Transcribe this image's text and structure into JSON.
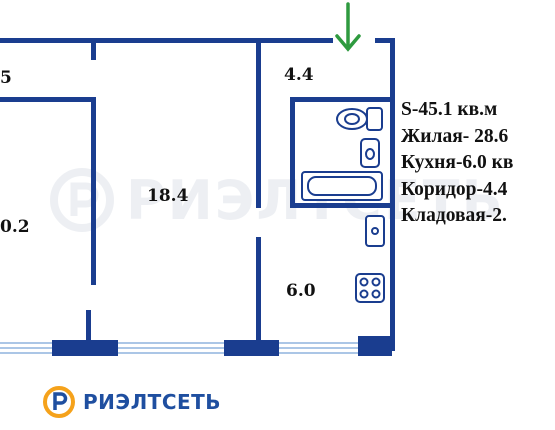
{
  "rooms": [
    {
      "name": "room-top-left",
      "label": "5"
    },
    {
      "name": "room-left",
      "label": "0.2"
    },
    {
      "name": "room-living",
      "label": "18.4"
    },
    {
      "name": "room-corridor",
      "label": "4.4"
    },
    {
      "name": "room-kitchen",
      "label": "6.0"
    }
  ],
  "info": {
    "total": "S-45.1 кв.м",
    "living": "Жилая- 28.6",
    "kitchen": "Кухня-6.0 кв",
    "corridor": "Коридор-4.4",
    "storage": "Кладовая-2."
  },
  "logo": {
    "text": "РИЭЛТСЕТЬ",
    "color": "#1f4fa0"
  },
  "watermark": {
    "text": "РИЭЛТСЕТЬ"
  },
  "icons": [
    "entrance-arrow-icon",
    "toilet-icon",
    "sink-icon",
    "bathtub-icon",
    "kitchen-sink-icon",
    "stove-icon"
  ],
  "colors": {
    "wall": "#1a3d8f",
    "arrow": "#2e9a3f",
    "window": "#8fb4de"
  }
}
